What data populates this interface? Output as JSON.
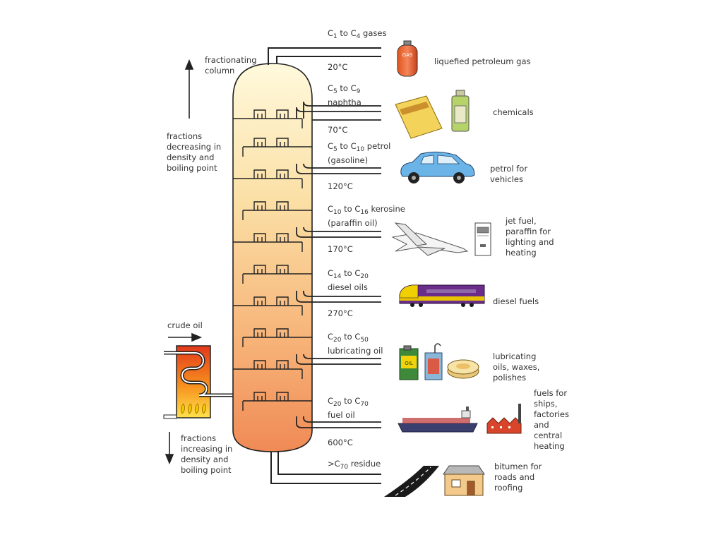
{
  "column_label": [
    "fractionating",
    "column"
  ],
  "crude_oil_label": "crude oil",
  "side_labels": {
    "top": [
      "fractions",
      "decreasing in",
      "density and",
      "boiling point"
    ],
    "bottom": [
      "fractions",
      "increasing in",
      "density and",
      "boiling point"
    ]
  },
  "temperatures": [
    "20°C",
    "70°C",
    "120°C",
    "170°C",
    "270°C",
    "600°C"
  ],
  "fractions": [
    {
      "pre": "C",
      "a": "1",
      "mid": " to C",
      "b": "4",
      "post": " gases",
      "line2": ""
    },
    {
      "pre": "C",
      "a": "5",
      "mid": " to C",
      "b": "9",
      "post": "",
      "line2": "naphtha"
    },
    {
      "pre": "C",
      "a": "5",
      "mid": " to C",
      "b": "10",
      "post": " petrol",
      "line2": "(gasoline)"
    },
    {
      "pre": "C",
      "a": "10",
      "mid": " to C",
      "b": "16",
      "post": " kerosine",
      "line2": "(paraffin oil)"
    },
    {
      "pre": "C",
      "a": "14",
      "mid": " to C",
      "b": "20",
      "post": "",
      "line2": "diesel oils"
    },
    {
      "pre": "C",
      "a": "20",
      "mid": " to C",
      "b": "50",
      "post": "",
      "line2": "lubricating oil"
    },
    {
      "pre": "C",
      "a": "20",
      "mid": " to C",
      "b": "70",
      "post": "",
      "line2": "fuel oil"
    },
    {
      "pre": ">C",
      "a": "70",
      "mid": "",
      "b": "",
      "post": " residue",
      "line2": ""
    }
  ],
  "gas_can_text": "GAS",
  "oil_can_text": "OIL",
  "uses": {
    "lpg": [
      "liquefied petroleum gas"
    ],
    "chemicals": [
      "chemicals"
    ],
    "petrol": [
      "petrol for",
      "vehicles"
    ],
    "jet": [
      "jet fuel,",
      "paraffin for",
      "lighting and",
      "heating"
    ],
    "diesel": [
      "diesel fuels"
    ],
    "lubricating": [
      "lubricating",
      "oils, waxes,",
      "polishes"
    ],
    "fuels": [
      "fuels for",
      "ships,",
      "factories",
      "and",
      "central",
      "heating"
    ],
    "bitumen": [
      "bitumen for",
      "roads and",
      "roofing"
    ]
  },
  "colors": {
    "column_top": "#fff7d6",
    "column_bottom": "#f2905a",
    "line": "#222222",
    "furnace_fire": "#f5a623",
    "car": "#6ab4e8",
    "train": "#6b2d8a",
    "ship": "#3a3f6e",
    "factory": "#d9452b"
  }
}
